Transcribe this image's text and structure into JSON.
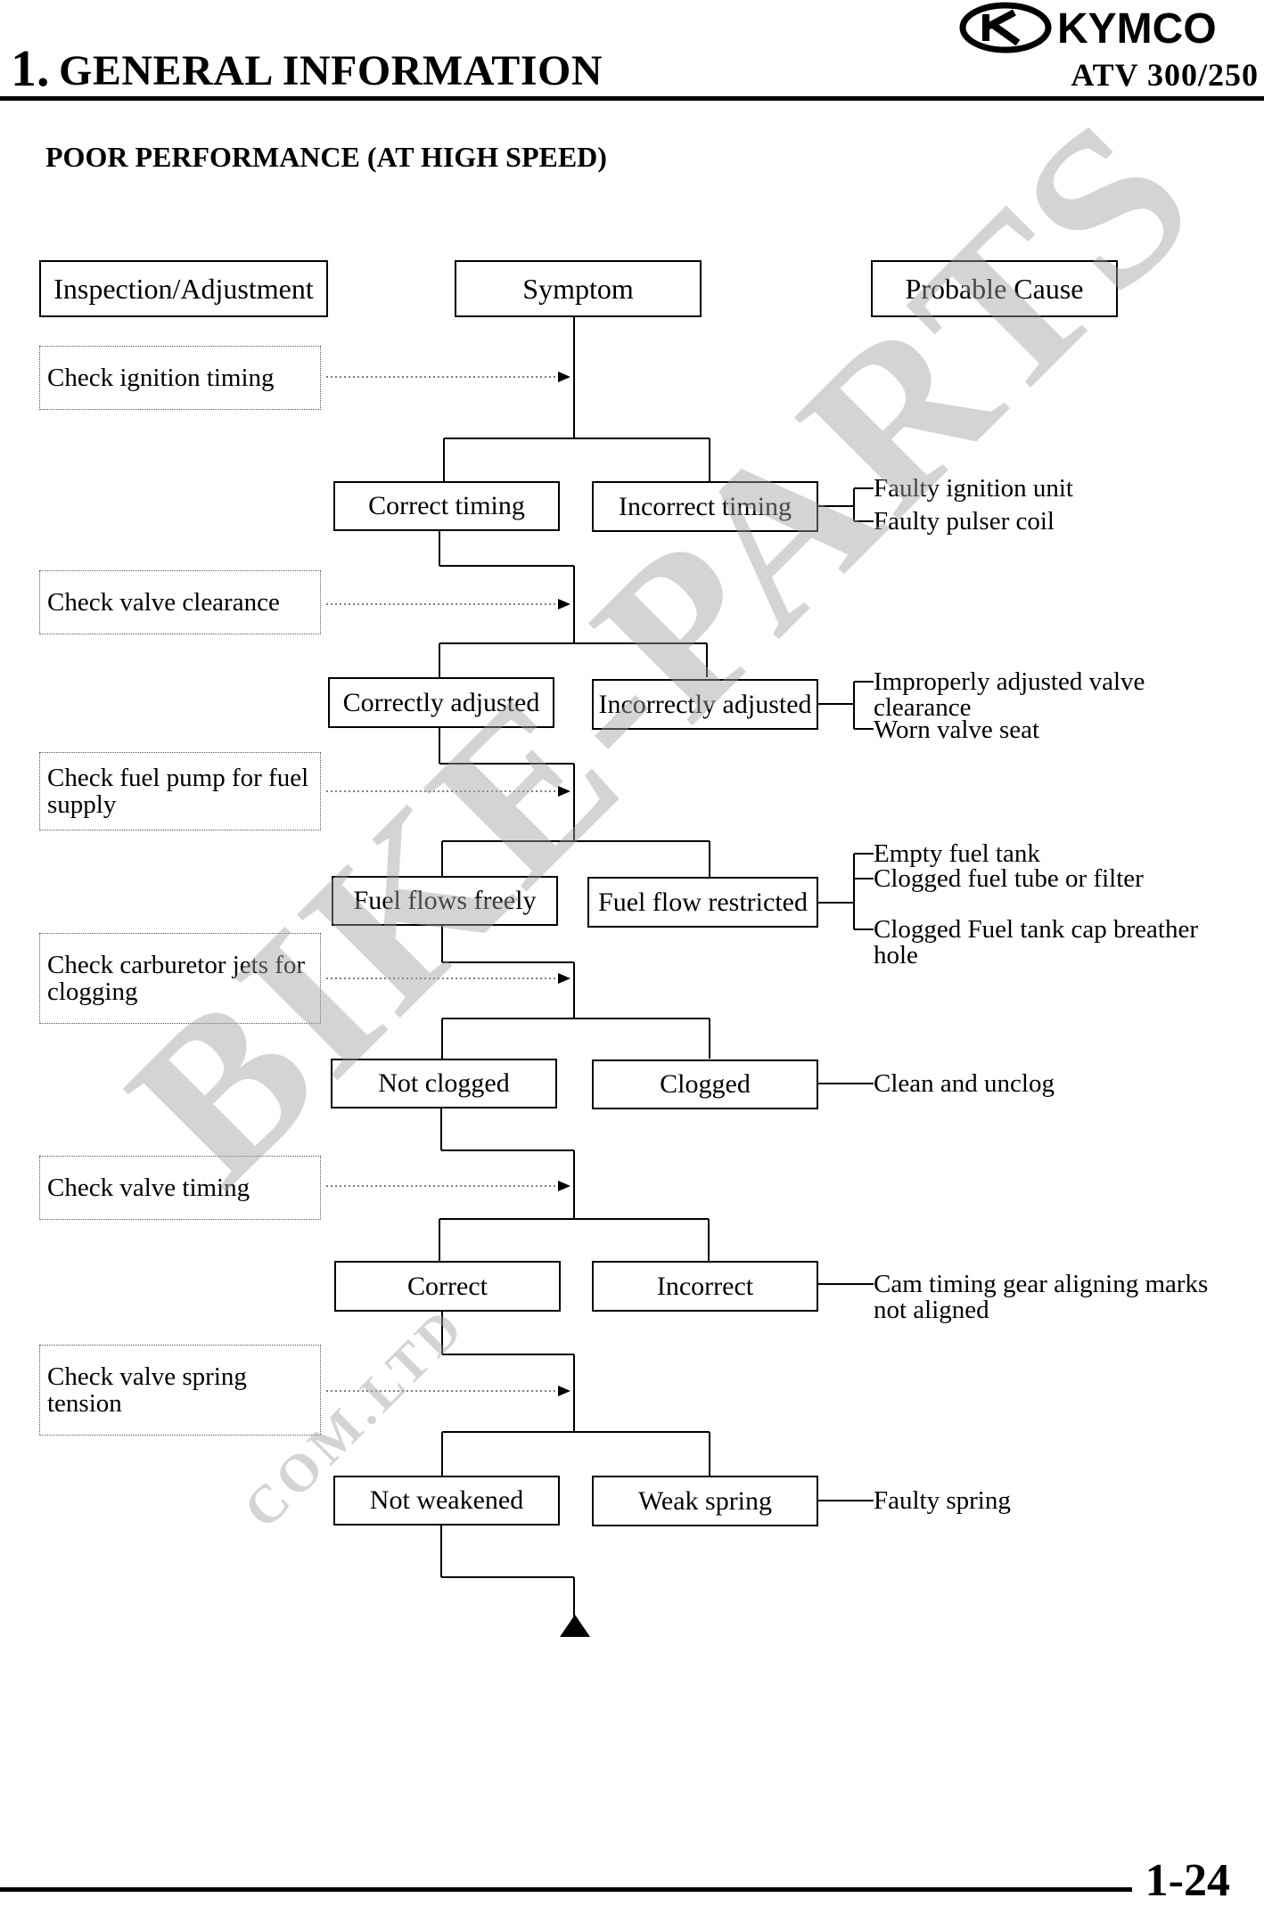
{
  "header": {
    "chapter_number": "1.",
    "chapter_title": "GENERAL INFORMATION",
    "brand": "KYMCO",
    "model": "ATV 300/250"
  },
  "section_title": "POOR PERFORMANCE (AT HIGH SPEED)",
  "columns": {
    "inspection": "Inspection/Adjustment",
    "symptom": "Symptom",
    "cause": "Probable Cause"
  },
  "steps": [
    {
      "inspection": "Check ignition timing",
      "ok": "Correct timing",
      "fault": "Incorrect timing",
      "causes": [
        "Faulty ignition unit",
        "Faulty pulser coil"
      ]
    },
    {
      "inspection": "Check valve clearance",
      "ok": "Correctly adjusted",
      "fault": "Incorrectly adjusted",
      "causes": [
        "Improperly adjusted valve clearance",
        "Worn valve seat"
      ]
    },
    {
      "inspection": "Check fuel pump for fuel supply",
      "ok": "Fuel flows freely",
      "fault": "Fuel flow restricted",
      "causes": [
        "Empty fuel tank",
        "Clogged fuel tube or filter",
        "Clogged Fuel tank cap breather hole"
      ]
    },
    {
      "inspection": "Check carburetor jets for clogging",
      "ok": "Not clogged",
      "fault": "Clogged",
      "causes": [
        "Clean and unclog"
      ]
    },
    {
      "inspection": "Check valve timing",
      "ok": "Correct",
      "fault": "Incorrect",
      "causes": [
        "Cam timing gear aligning marks not aligned"
      ]
    },
    {
      "inspection": "Check valve spring tension",
      "ok": "Not weakened",
      "fault": "Weak spring",
      "causes": [
        "Faulty spring"
      ]
    }
  ],
  "watermark": {
    "main": "BIKE-PARTS",
    "sub": "COM.LTD"
  },
  "page_number": "1-24"
}
